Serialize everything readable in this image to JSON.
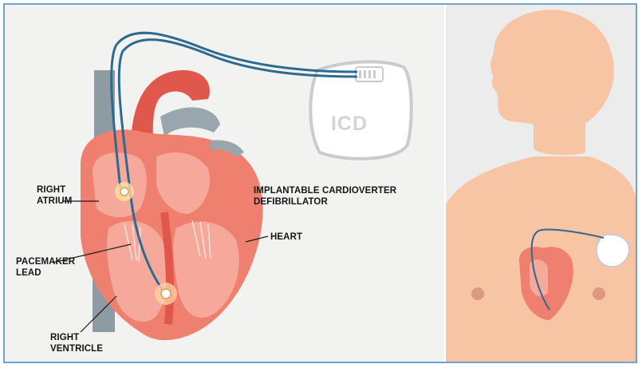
{
  "labels": {
    "right_atrium": "RIGHT\nATRIUM",
    "icd_name": "IMPLANTABLE CARDIOVERTER\nDEFIBRILLATOR",
    "heart": "HEART",
    "pacemaker_lead": "PACEMAKER\nLEAD",
    "right_ventricle": "RIGHT\nVENTRICLE",
    "device": "ICD"
  },
  "colors": {
    "heart_outer": "#ef7f6e",
    "heart_inner": "#f6a99a",
    "vein": "#8e9ba3",
    "lead": "#2d6a92",
    "skin": "#f7c4a4",
    "frame_border": "#6fa4cf"
  }
}
